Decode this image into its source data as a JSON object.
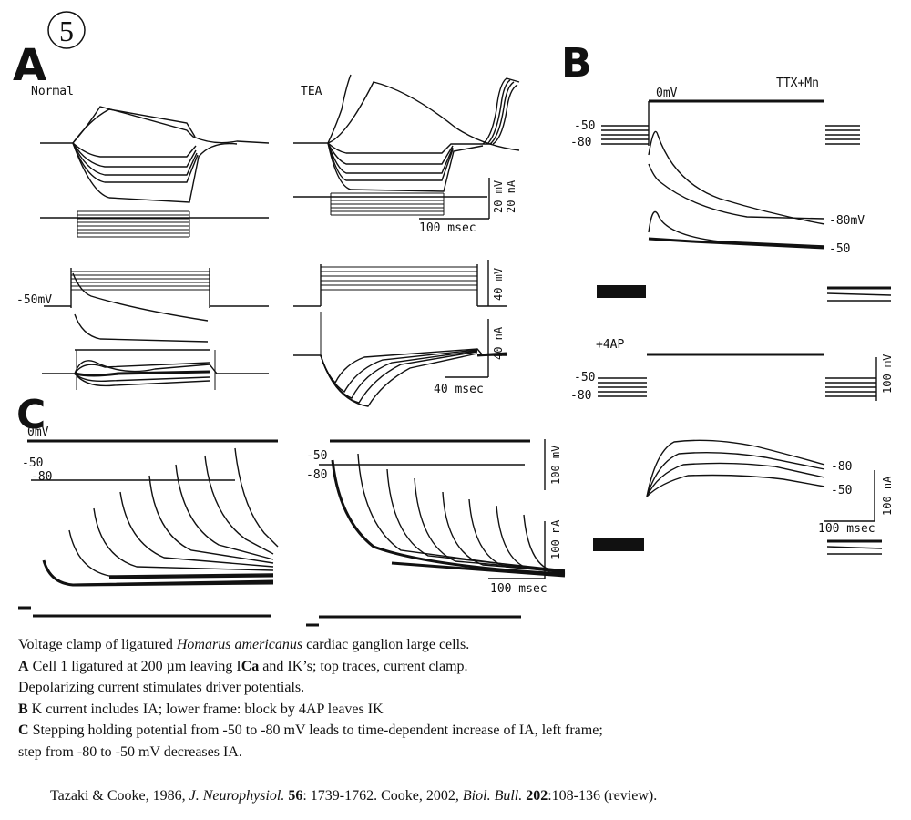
{
  "figure": {
    "number": "5",
    "panel_labels": {
      "a": "A",
      "b": "B",
      "c": "C"
    },
    "panel_a": {
      "left_title": "Normal",
      "right_title": "TEA",
      "holding_label": "-50mV",
      "scale_top_v": "20 mV",
      "scale_top_i": "20 nA",
      "scale_top_t": "100 msec",
      "scale_bot_v": "40 mV",
      "scale_bot_i": "40 nA",
      "scale_bot_t": "40 msec"
    },
    "panel_b": {
      "top_title": "TTX+Mn",
      "zero_label": "0mV",
      "level_m50": "-50",
      "level_m80": "-80",
      "trace_m80": "-80mV",
      "trace_m50": "-50",
      "drug_label": "+4AP",
      "scale_v": "100 mV",
      "scale_i": "100 nA",
      "scale_t": "100 msec",
      "low_m80": "-80",
      "low_m50": "-50",
      "low_level_m50": "-50",
      "low_level_m80": "-80"
    },
    "panel_c": {
      "zero_label": "0mV",
      "left_m50": "-50",
      "left_m80": "-80",
      "right_m50": "-50",
      "right_m80": "-80",
      "scale_v": "100 mV",
      "scale_i": "100 nA",
      "scale_t": "100 msec"
    }
  },
  "caption": {
    "line1_pre": "Voltage clamp of ligatured ",
    "line1_species": "Homarus americanus",
    "line1_post": " cardiac ganglion large cells.",
    "line2_label": "A",
    "line2_pre": " Cell 1 ligatured at 200 ",
    "line2_unit": "µm",
    "line2_mid": " leaving I",
    "line2_ca": "Ca",
    "line2_post": " and IK’s; top traces, current clamp.",
    "line3": "Depolarizing current stimulates driver potentials.",
    "line4_label": "B",
    "line4_text": " K current includes IA; lower frame:  block by 4AP leaves IK",
    "line5_label": "C",
    "line5_text": " Stepping holding potential from -50 to -80 mV leads to time-dependent increase of IA, left frame;",
    "line6": "step from -80 to -50 mV decreases IA."
  },
  "reference": {
    "authors1": "Tazaki & Cooke, 1986, ",
    "journal1": "J. Neurophysiol.",
    "vol1": "56",
    "pages1": ": 1739-1762. Cooke, 2002, ",
    "journal2": "Biol. Bull.",
    "vol2": "202",
    "pages2": ":108-136 (review)."
  }
}
